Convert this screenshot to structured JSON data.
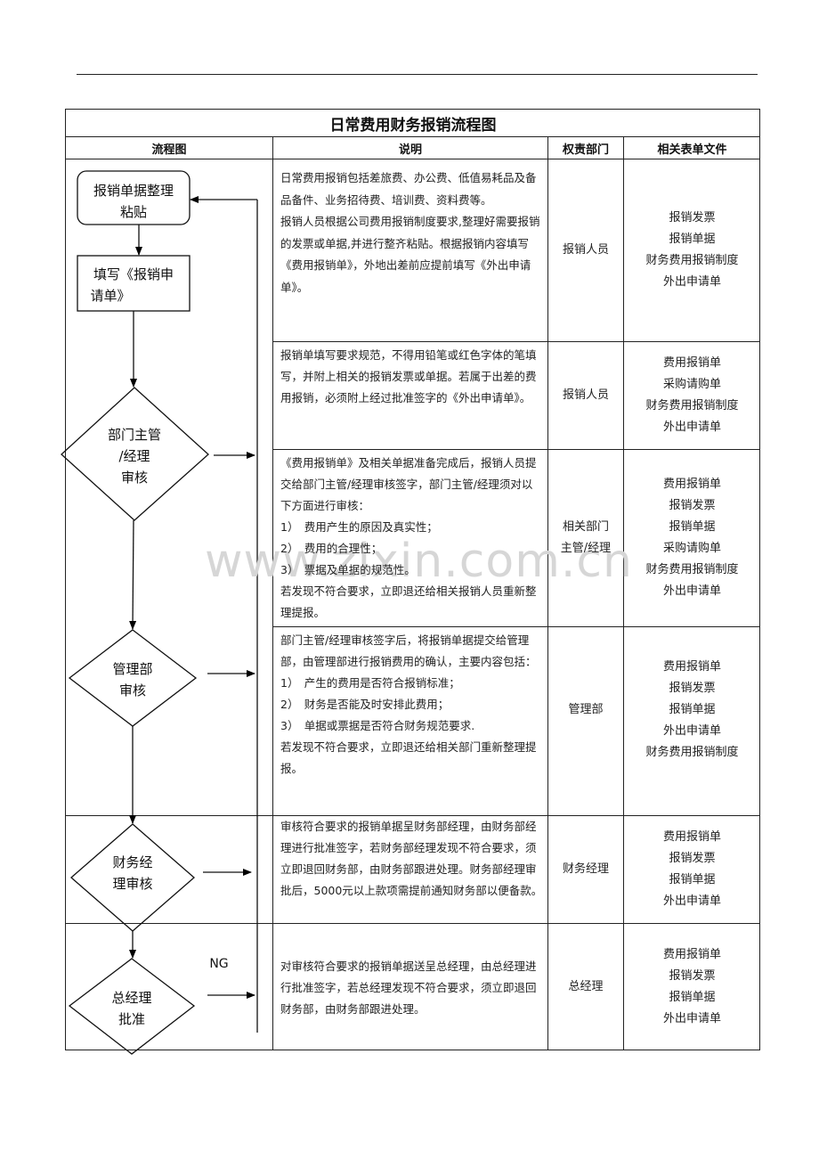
{
  "title": "日常费用财务报销流程图",
  "headers": {
    "flow": "流程图",
    "desc": "说明",
    "dept": "权责部门",
    "forms": "相关表单文件"
  },
  "flow_nodes": {
    "n1": [
      "报销单据整理",
      "粘贴"
    ],
    "n2": [
      "填写《报销申",
      "请单》"
    ],
    "n3": [
      "部门主管",
      "/经理",
      "审核"
    ],
    "n4": [
      "管理部",
      "审核"
    ],
    "n5": [
      "财务经",
      "理审核"
    ],
    "n6": [
      "总经理",
      "批准"
    ],
    "ng_label": "NG"
  },
  "rows": [
    {
      "desc": [
        "日常费用报销包括差旅费、办公费、低值易耗品及备品备件、业务招待费、培训费、资料费等。",
        "报销人员根据公司费用报销制度要求,整理好需要报销的发票或单据,并进行整齐粘贴。根据报销内容填写《费用报销单》，外地出差前应提前填写《外出申请单》。"
      ],
      "dept": [
        "报销人员"
      ],
      "forms": [
        "报销发票",
        "报销单据",
        "财务费用报销制度",
        "外出申请单"
      ]
    },
    {
      "desc": [
        "报销单填写要求规范，不得用铅笔或红色字体的笔填写，并附上相关的报销发票或单据。若属于出差的费用报销，必须附上经过批准签字的《外出申请单》。"
      ],
      "dept": [
        "报销人员"
      ],
      "forms": [
        "费用报销单",
        "采购请购单",
        "财务费用报销制度",
        "外出申请单"
      ]
    },
    {
      "desc": [
        "《费用报销单》及相关单据准备完成后，报销人员提交给部门主管/经理审核签字，部门主管/经理须对以下方面进行审核：",
        "1）　费用产生的原因及真实性；",
        "2）　费用的合理性；",
        "3）　票据及单据的规范性。",
        "若发现不符合要求，立即退还给相关报销人员重新整理提报。"
      ],
      "dept": [
        "相关部门",
        "主管/经理"
      ],
      "forms": [
        "费用报销单",
        "报销发票",
        "报销单据",
        "采购请购单",
        "财务费用报销制度",
        "外出申请单"
      ]
    },
    {
      "desc": [
        "部门主管/经理审核签字后，将报销单据提交给管理部，由管理部进行报销费用的确认，主要内容包括：",
        "1）　产生的费用是否符合报销标准；",
        "2）　财务是否能及时安排此费用；",
        "3）　单据或票据是否符合财务规范要求.",
        "若发现不符合要求，立即退还给相关部门重新整理提报。"
      ],
      "dept": [
        "管理部"
      ],
      "forms": [
        "费用报销单",
        "报销发票",
        "报销单据",
        "外出申请单",
        "财务费用报销制度"
      ]
    },
    {
      "desc": [
        "审核符合要求的报销单据呈财务部经理，由财务部经理进行批准签字，若财务部经理发现不符合要求，须立即退回财务部，由财务部跟进处理。财务部经理审批后，5000元以上款项需提前通知财务部以便备款。"
      ],
      "dept": [
        "财务经理"
      ],
      "forms": [
        "费用报销单",
        "报销发票",
        "报销单据",
        "外出申请单"
      ]
    },
    {
      "desc": [
        "对审核符合要求的报销单据送呈总经理，由总经理进行批准签字，若总经理发现不符合要求，须立即退回财务部，由财务部跟进处理。"
      ],
      "dept": [
        "总经理"
      ],
      "forms": [
        "费用报销单",
        "报销发票",
        "报销单据",
        "外出申请单"
      ]
    }
  ],
  "watermark": "www.zixin.com.cn"
}
